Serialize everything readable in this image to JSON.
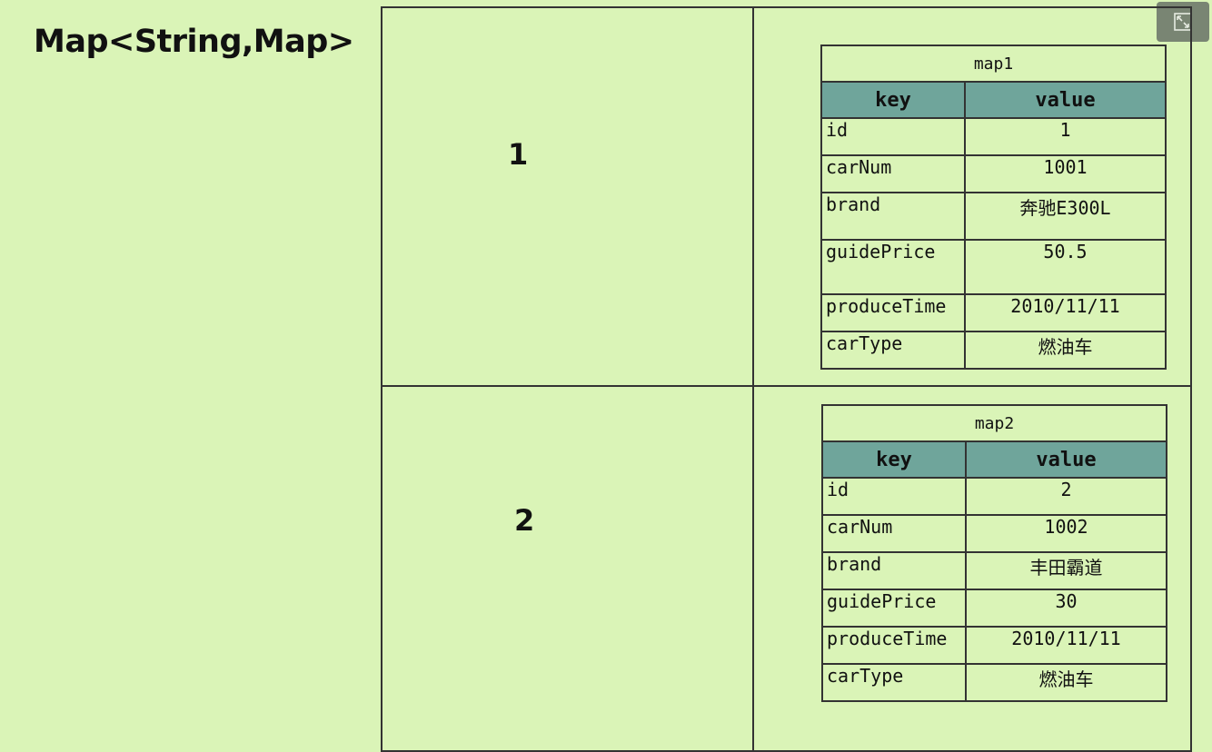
{
  "title": "Map<String,Map>",
  "fullscreen_icon": "expand-icon",
  "entries": [
    {
      "key": "1",
      "map_name": "map1",
      "header_key": "key",
      "header_value": "value",
      "rows": [
        {
          "k": "id",
          "v": "1"
        },
        {
          "k": "carNum",
          "v": "1001"
        },
        {
          "k": "brand",
          "v": "奔驰E300L"
        },
        {
          "k": "guidePrice",
          "v": "50.5"
        },
        {
          "k": "produceTime",
          "v": "2010/11/11"
        },
        {
          "k": "carType",
          "v": "燃油车"
        }
      ]
    },
    {
      "key": "2",
      "map_name": "map2",
      "header_key": "key",
      "header_value": "value",
      "rows": [
        {
          "k": "id",
          "v": "2"
        },
        {
          "k": "carNum",
          "v": "1002"
        },
        {
          "k": "brand",
          "v": "丰田霸道"
        },
        {
          "k": "guidePrice",
          "v": "30"
        },
        {
          "k": "produceTime",
          "v": "2010/11/11"
        },
        {
          "k": "carType",
          "v": "燃油车"
        }
      ]
    }
  ],
  "colors": {
    "background": "#daf4b7",
    "header_fill": "#6fa59b",
    "border": "#333333"
  }
}
